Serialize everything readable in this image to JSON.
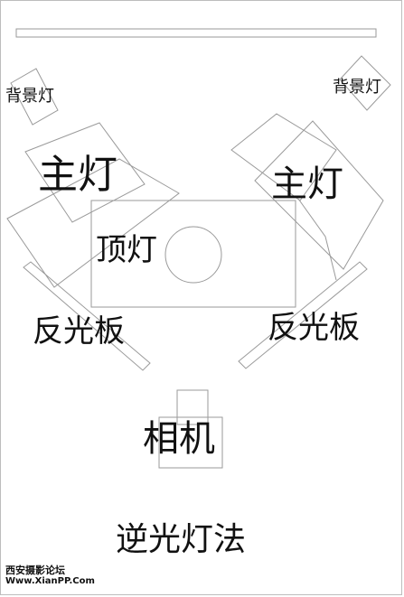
{
  "labels": {
    "backlight_left": "背景灯",
    "backlight_right": "背景灯",
    "key_left": "主灯",
    "key_right": "主灯",
    "top_light": "顶灯",
    "reflector_left": "反光板",
    "reflector_right": "反光板",
    "camera": "相机",
    "caption": "逆光灯法"
  },
  "watermark": {
    "line1": "西安摄影论坛",
    "line2": "Www.XianPP.Com"
  },
  "colors": {
    "line": "#9a9a9a",
    "text": "#111111"
  }
}
